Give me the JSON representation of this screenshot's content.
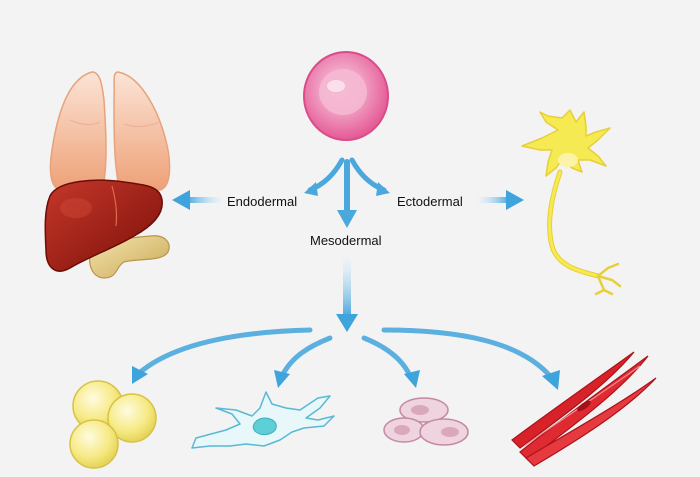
{
  "labels": {
    "endodermal": "Endodermal",
    "ectodermal": "Ectodermal",
    "mesodermal": "Mesodermal"
  },
  "icons": {
    "stem_cell": "stem-cell-icon",
    "organs": "lungs-liver-pancreas-icon",
    "neuron": "neuron-icon",
    "fat_cells": "fat-cells-icon",
    "bone_cell": "bone-cell-icon",
    "cartilage_cells": "cartilage-cells-icon",
    "muscle_cells": "muscle-cells-icon"
  },
  "colors": {
    "arrow": "#4aa8dd",
    "arrow_light": "#cfe9f8",
    "background": "#f3f3f3",
    "stem_cell": "#e9609b",
    "neuron": "#f6ea52",
    "liver": "#9a1a12",
    "lung": "#f2b892",
    "fat": "#f2e36a",
    "bone_cell": "#7fd9dc",
    "cartilage": "#e9c6d4",
    "muscle": "#d9262e"
  }
}
